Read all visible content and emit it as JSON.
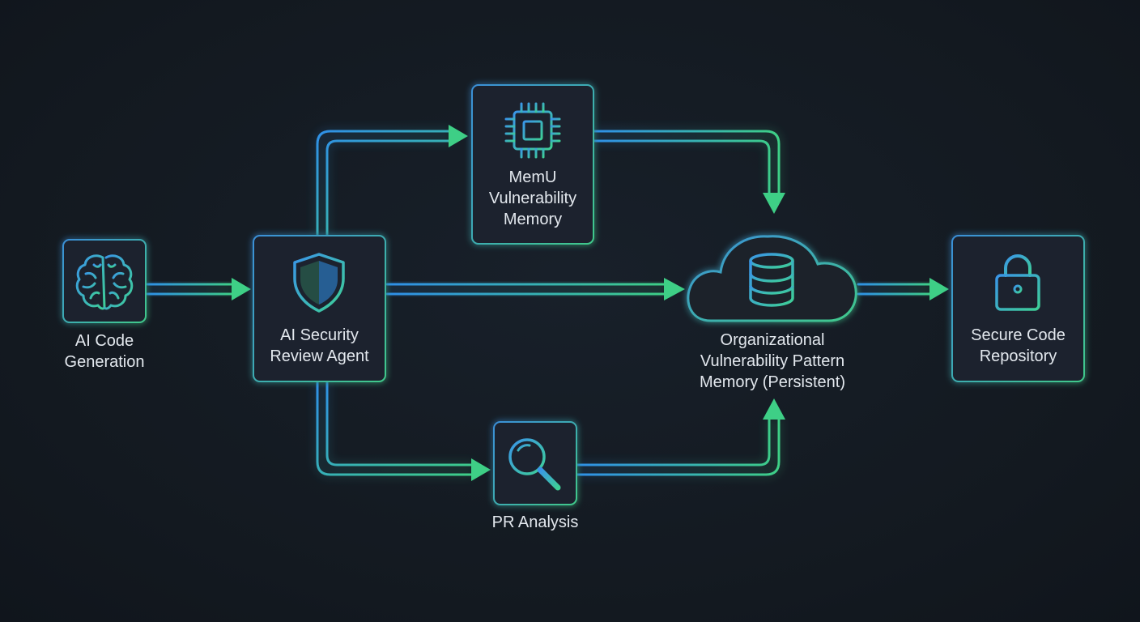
{
  "nodes": {
    "ai_code_generation": {
      "label_lines": [
        "AI Code",
        "Generation"
      ],
      "icon": "brain-icon"
    },
    "ai_security_review_agent": {
      "label_lines": [
        "AI Security",
        "Review Agent"
      ],
      "icon": "shield-icon"
    },
    "memu_vulnerability_memory": {
      "label_lines": [
        "MemU",
        "Vulnerability",
        "Memory"
      ],
      "icon": "chip-icon"
    },
    "pr_analysis": {
      "label_lines": [
        "PR Analysis"
      ],
      "icon": "magnifier-icon"
    },
    "org_vulnerability_pattern_memory": {
      "label_lines": [
        "Organizational",
        "Vulnerability Pattern",
        "Memory (Persistent)"
      ],
      "icon": "cloud-database-icon"
    },
    "secure_code_repository": {
      "label_lines": [
        "Secure Code",
        "Repository"
      ],
      "icon": "lock-icon"
    }
  },
  "edges": [
    {
      "from": "ai_code_generation",
      "to": "ai_security_review_agent"
    },
    {
      "from": "ai_security_review_agent",
      "to": "memu_vulnerability_memory"
    },
    {
      "from": "ai_security_review_agent",
      "to": "org_vulnerability_pattern_memory"
    },
    {
      "from": "ai_security_review_agent",
      "to": "pr_analysis"
    },
    {
      "from": "memu_vulnerability_memory",
      "to": "org_vulnerability_pattern_memory"
    },
    {
      "from": "pr_analysis",
      "to": "org_vulnerability_pattern_memory"
    },
    {
      "from": "org_vulnerability_pattern_memory",
      "to": "secure_code_repository"
    }
  ],
  "colors": {
    "background": "#141a22",
    "box_fill": "#1d242d",
    "blue": "#2f8fe8",
    "cyan": "#3fb4d6",
    "green": "#3ecf86",
    "text": "#e3e8ee"
  }
}
